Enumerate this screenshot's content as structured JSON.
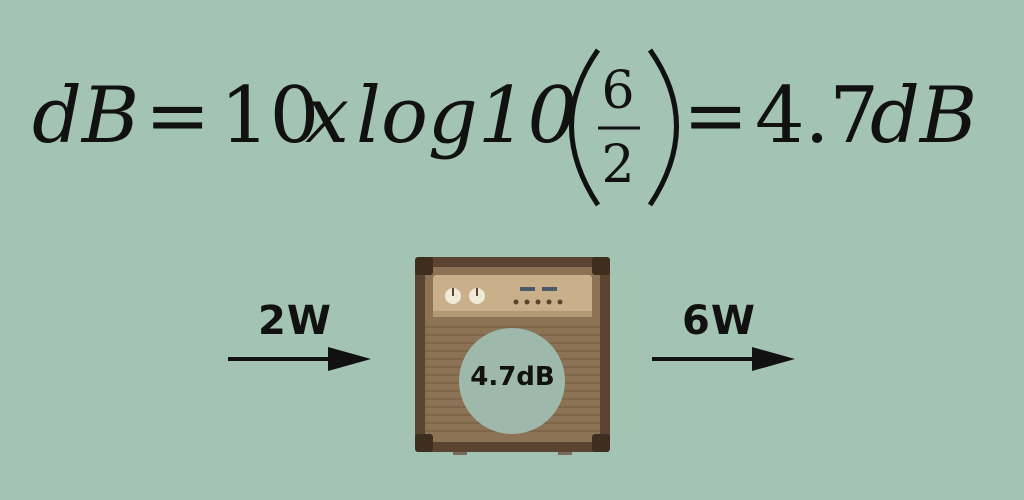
{
  "formula": {
    "lhs": "dB",
    "equals": "=",
    "coefficient": "10",
    "operator": "x",
    "function": "log10",
    "numerator": "6",
    "denominator": "2",
    "result": "4.7",
    "result_unit": "dB"
  },
  "input_power": "2W",
  "output_power": "6W",
  "amplifier_gain": "4.7dB",
  "colors": {
    "background": "#a3c4b3",
    "amp_body": "#8c7355",
    "amp_frame": "#5a4330",
    "speaker": "#9eb8ac"
  }
}
